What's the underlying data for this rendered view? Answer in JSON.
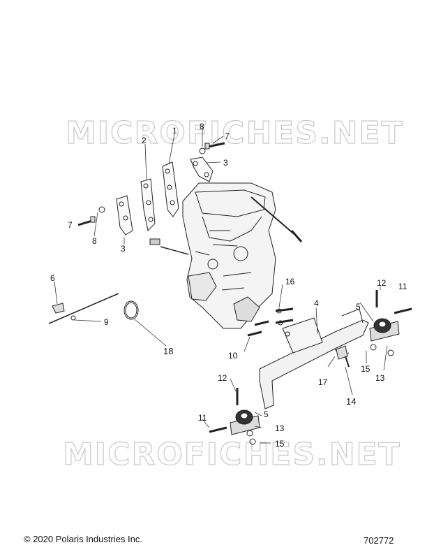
{
  "watermark": "MICROFICHES.NET",
  "callouts": [
    "1",
    "2",
    "3",
    "3",
    "4",
    "5",
    "5",
    "6",
    "7",
    "7",
    "8",
    "8",
    "9",
    "10",
    "11",
    "11",
    "12",
    "12",
    "13",
    "13",
    "14",
    "15",
    "15",
    "16",
    "17",
    "18"
  ],
  "footer": {
    "copyright": "© 2020 Polaris Industries Inc.",
    "figure_number": "702772"
  }
}
